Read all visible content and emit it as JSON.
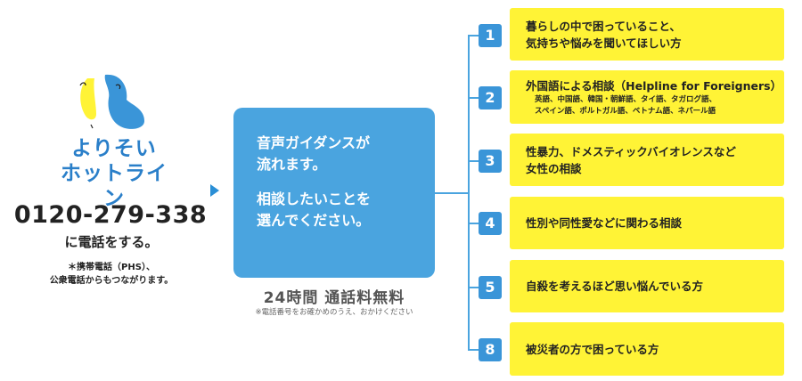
{
  "logo": {
    "line1": "よりそい",
    "line2": "ホットライン"
  },
  "phone_number": "0120-279-338",
  "call_text": "に電話をする。",
  "note_line1": "＊携帯電話（PHS）、",
  "note_line2": "公衆電話からもつながります。",
  "guide": {
    "line1": "音声ガイダンスが",
    "line2": "流れます。",
    "line3": "相談したいことを",
    "line4": "選んでください。"
  },
  "hours": "24時間 通話料無料",
  "hours_note": "※電話番号をお確かめのうえ、おかけください",
  "options": [
    {
      "number": "1",
      "line1": "暮らしの中で困っていること、",
      "line2": "気持ちや悩みを聞いてほしい方"
    },
    {
      "number": "2",
      "line1": "外国語による相談（Helpline for Foreigners）",
      "sub1": "英語、中国語、韓国・朝鮮語、タイ語、タガログ語、",
      "sub2": "スペイン語、ポルトガル語、ベトナム語、ネパール語"
    },
    {
      "number": "3",
      "line1": "性暴力、ドメスティックバイオレンスなど",
      "line2": "女性の相談"
    },
    {
      "number": "4",
      "line1": "性別や同性愛などに関わる相談"
    },
    {
      "number": "5",
      "line1": "自殺を考えるほど思い悩んでいる方"
    },
    {
      "number": "8",
      "line1": "被災者の方で困っている方"
    }
  ],
  "colors": {
    "blue": "#4aa4df",
    "badge": "#3a95d8",
    "yellow": "#fff336",
    "logo": "#2a7fc9"
  }
}
